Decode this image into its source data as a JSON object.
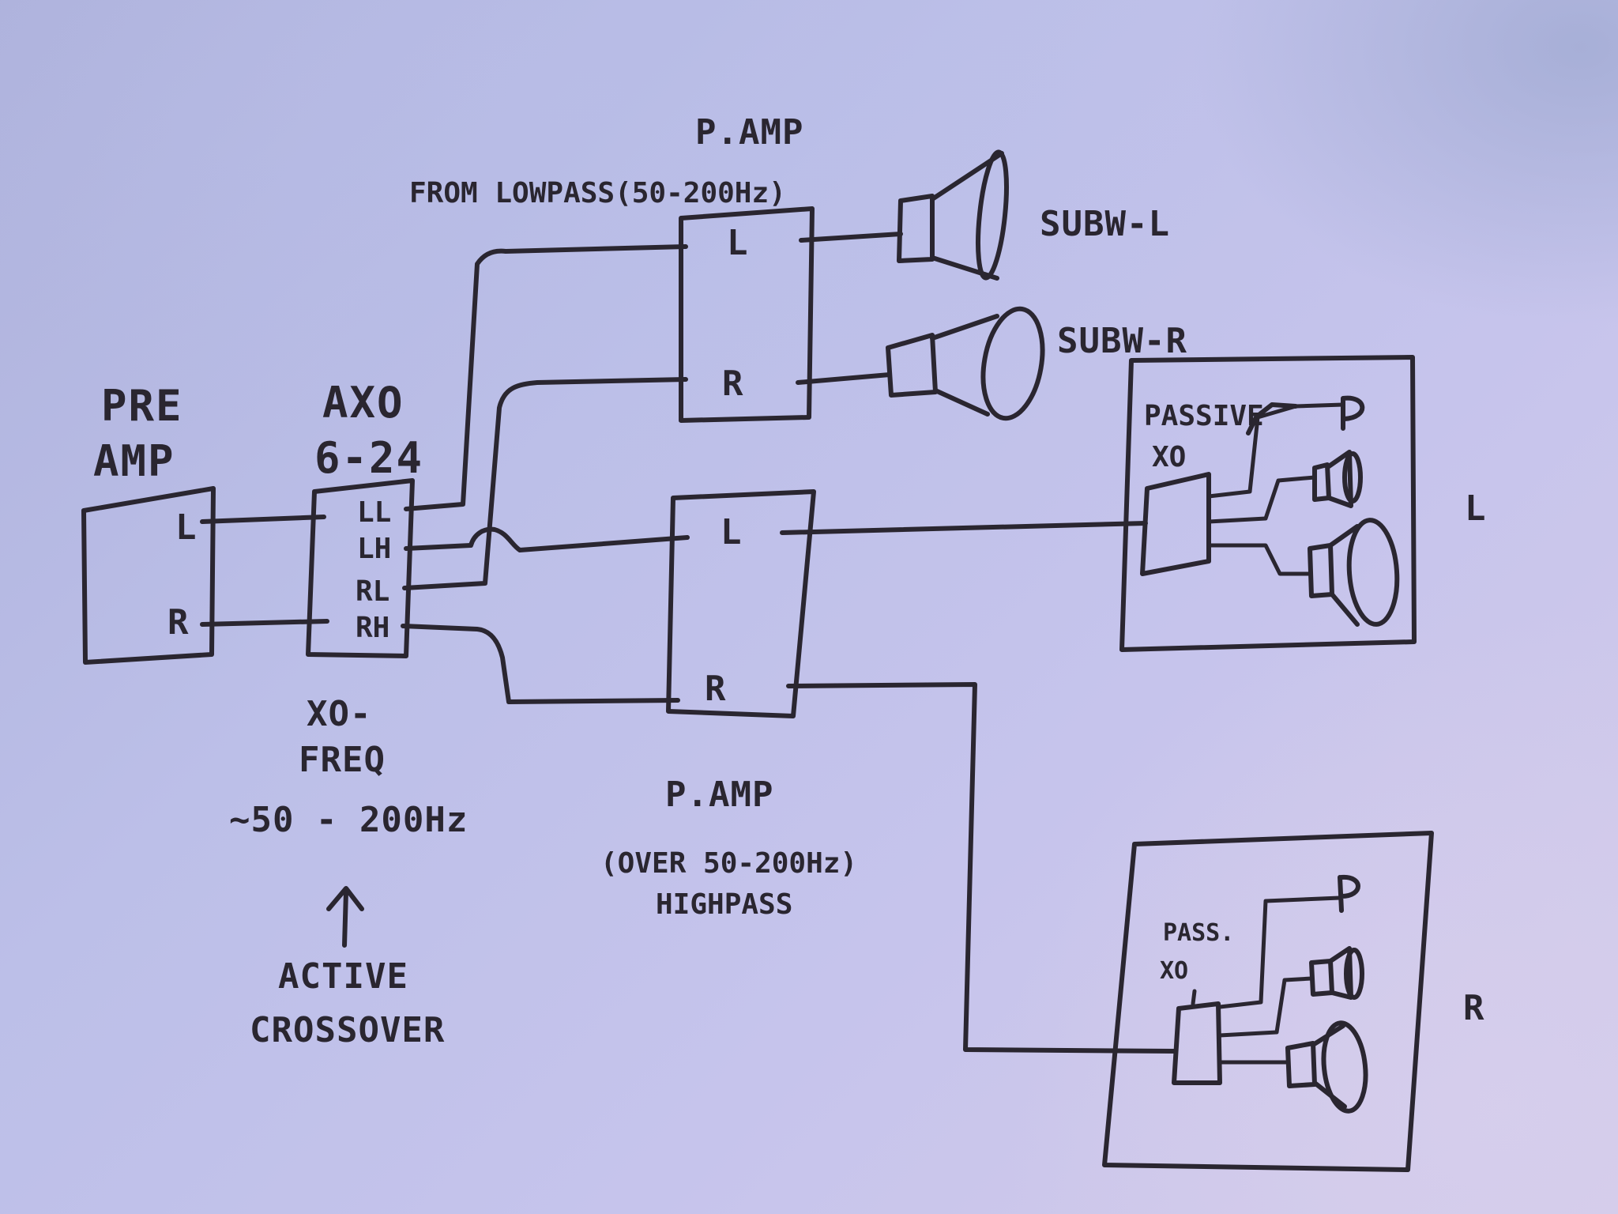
{
  "preamp": {
    "title_line1": "PRE",
    "title_line2": "AMP",
    "port_l": "L",
    "port_r": "R"
  },
  "axo": {
    "title_line1": "AXO",
    "title_line2": "6-24",
    "port_ll": "LL",
    "port_lh": "LH",
    "port_rl": "RL",
    "port_rh": "RH"
  },
  "xo_freq": {
    "line1": "XO-",
    "line2": "FREQ",
    "line3": "~50 - 200Hz"
  },
  "active_crossover": {
    "arrow": "↑",
    "line1": "ACTIVE",
    "line2": "CROSSOVER"
  },
  "power_amp_low": {
    "title": "P.AMP",
    "note": "FROM LOWPASS(50-200Hz)",
    "port_l": "L",
    "port_r": "R"
  },
  "power_amp_high": {
    "title": "P.AMP",
    "note_line1": "(OVER 50-200Hz)",
    "note_line2": "HIGHPASS",
    "port_l": "L",
    "port_r": "R"
  },
  "subwoofers": {
    "left_label": "SUBW-L",
    "right_label": "SUBW-R"
  },
  "speaker_left": {
    "xo_line1": "PASSIVE",
    "xo_line2": "XO",
    "side_label": "L"
  },
  "speaker_right": {
    "xo_line1": "PASS.",
    "xo_line2": "XO",
    "side_label": "R"
  }
}
